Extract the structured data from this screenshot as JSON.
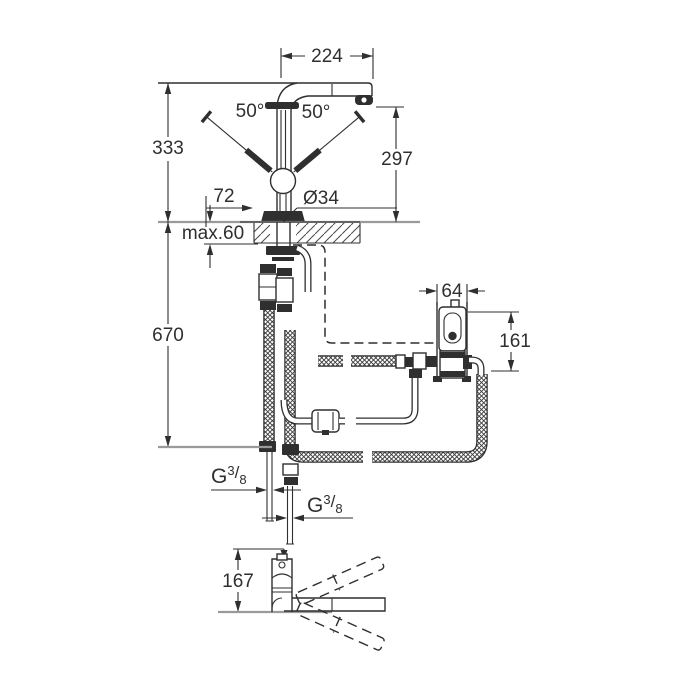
{
  "drawing": {
    "colors": {
      "line": "#2f2f2f",
      "reference_line": "#9a9a9a",
      "background": "#ffffff"
    },
    "labels": {
      "spout_reach": "224",
      "lever_angle_left": "50°",
      "lever_angle_right": "50°",
      "height_overall": "333",
      "height_outlet": "297",
      "lever_offset": "72",
      "body_diameter": "Ø34",
      "max_mounting_thickness": "max.60",
      "hose_length": "670",
      "control_box_width": "64",
      "control_box_height": "161",
      "plan_view_height": "167",
      "thread_left": {
        "prefix": "G",
        "numerator": "3",
        "slash": "/",
        "denominator": "8"
      },
      "thread_right": {
        "prefix": "G",
        "numerator": "3",
        "slash": "/",
        "denominator": "8"
      }
    }
  }
}
